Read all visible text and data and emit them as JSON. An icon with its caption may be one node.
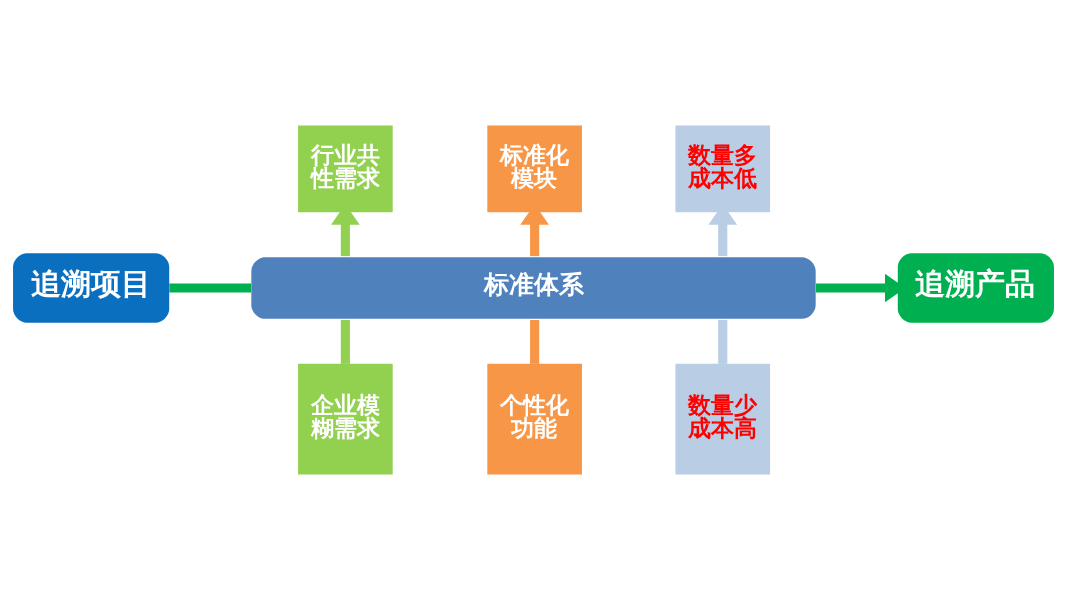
{
  "diagram": {
    "nodes": [
      {
        "text": [
          "行业共性需求"
        ]
      },
      {
        "text": [
          "标准化模块"
        ]
      },
      {
        "text": [
          "数量多成本低"
        ]
      },
      {
        "text": [
          "追溯项目"
        ]
      },
      {
        "text": [
          "标准体系"
        ]
      },
      {
        "text": [
          "追溯产品"
        ]
      },
      {
        "text": [
          "企业模糊需求"
        ]
      },
      {
        "text": [
          "个性化功能"
        ]
      },
      {
        "text": [
          "数量少成本高"
        ]
      }
    ],
    "edges": [
      {
        "from": 3,
        "to": 4,
        "arrow": "none",
        "color": "#00b050"
      },
      {
        "from": 4,
        "to": 5,
        "arrow": "to",
        "color": "#00b050"
      },
      {
        "from": 6,
        "to": 4,
        "arrow": "none",
        "color": "#92d050"
      },
      {
        "from": 4,
        "to": 0,
        "arrow": "to",
        "color": "#92d050"
      },
      {
        "from": 7,
        "to": 4,
        "arrow": "none",
        "color": "#f79646"
      },
      {
        "from": 4,
        "to": 1,
        "arrow": "to",
        "color": "#f79646"
      },
      {
        "from": 8,
        "to": 4,
        "arrow": "none",
        "color": "#b9cde5"
      },
      {
        "from": 4,
        "to": 2,
        "arrow": "to",
        "color": "#b9cde5"
      }
    ]
  }
}
